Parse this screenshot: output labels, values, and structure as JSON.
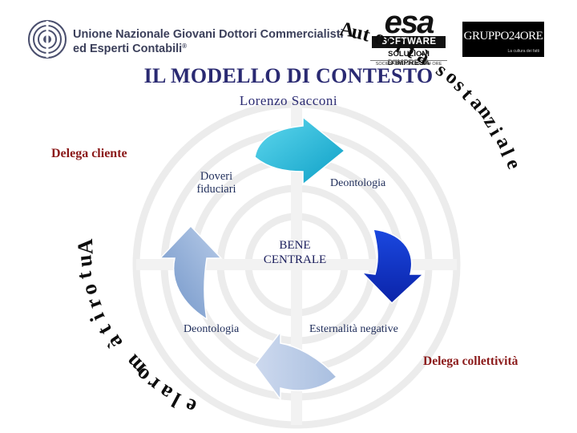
{
  "logos": {
    "unione": {
      "line1": "Unione Nazionale Giovani Dottori Commercialisti",
      "line2": "ed Esperti Contabili",
      "reg": "®"
    },
    "esa": {
      "big": "esa",
      "software": "SOFTWARE",
      "tagline": "SOLUZIONI D'IMPRESA",
      "group": "SOCIETÀ DEL GRUPPO 24 ORE"
    },
    "gruppo24ore": {
      "name": "GRUPPO24ORE",
      "tagline": "La cultura dei fatti"
    }
  },
  "title": "IL MODELLO DI CONTESTO",
  "subtitle": "Lorenzo Sacconi",
  "diagram": {
    "delega_cliente": "Delega cliente",
    "doveri_fiduciari": "Doveri fiduciari",
    "deontologia_top": "Deontologia",
    "bene_centrale": "BENE CENTRALE",
    "deontologia_bottom": "Deontologia",
    "esternalita": "Esternalità negative",
    "delega_collettivita": "Delega collettività",
    "autorita_sostanziale": "Autorità sostanziale",
    "autorita_morale": "Autorità morale"
  },
  "colors": {
    "title": "#2a2a72",
    "delega": "#8b1a1a",
    "arrow_cyan": "#1fb8d8",
    "arrow_blue": "#1035c9",
    "arrow_pale": "#9fb6da"
  }
}
